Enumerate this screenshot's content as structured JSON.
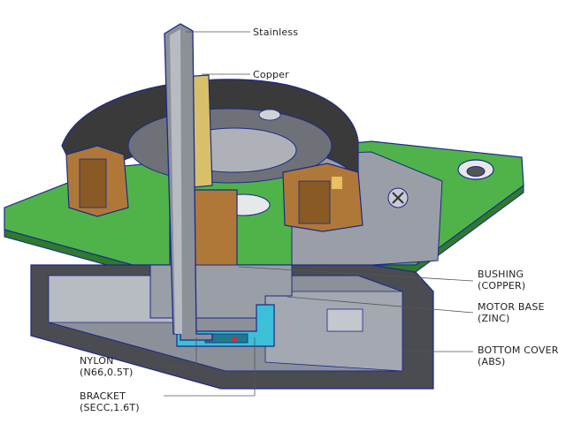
{
  "labels": {
    "stainless": "Stainless",
    "copper": "Copper",
    "bushing_1": "BUSHING",
    "bushing_2": "(COPPER)",
    "motor_base_1": "MOTOR BASE",
    "motor_base_2": "(ZINC)",
    "bottom_cover_1": "BOTTOM COVER",
    "bottom_cover_2": "(ABS)",
    "nylon_1": "NYLON",
    "nylon_2": "(N66,0.5T)",
    "bracket_1": "BRACKET",
    "bracket_2": "(SECC,1.6T)"
  },
  "colors": {
    "pcb_green": "#4fb34a",
    "pcb_dark": "#2f7a2c",
    "rotor_dark": "#3a3a3a",
    "metal_gray": "#9a9ea6",
    "metal_dark": "#5e626a",
    "copper_brown": "#b07838",
    "copper_light": "#d8c06a",
    "nylon_cyan": "#3cc0d8",
    "outline_blue": "#1a2a8a"
  }
}
